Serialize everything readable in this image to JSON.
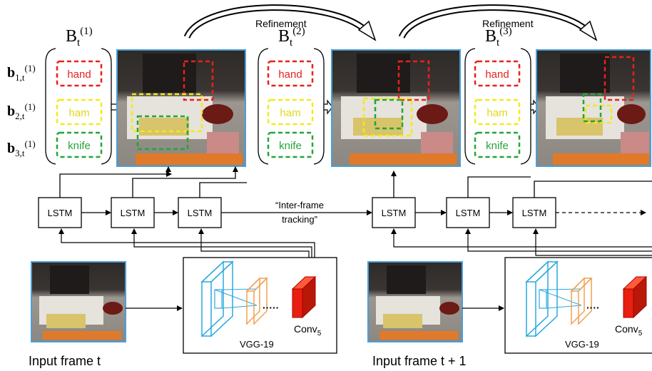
{
  "refinement_labels": [
    "Refinement",
    "Refinement"
  ],
  "box_sets": [
    {
      "symbol": "B",
      "sub": "t",
      "sup": "(1)"
    },
    {
      "symbol": "B",
      "sub": "t",
      "sup": "(2)"
    },
    {
      "symbol": "B",
      "sub": "t",
      "sup": "(3)"
    }
  ],
  "row_labels": [
    {
      "symbol": "b",
      "sub": "1,t",
      "sup": "(1)"
    },
    {
      "symbol": "b",
      "sub": "2,t",
      "sup": "(1)"
    },
    {
      "symbol": "b",
      "sub": "3,t",
      "sup": "(1)"
    }
  ],
  "objects": [
    {
      "label": "hand",
      "color": "#e8211b"
    },
    {
      "label": "ham",
      "color": "#f2ea1a"
    },
    {
      "label": "knife",
      "color": "#23a636"
    }
  ],
  "lstm_label": "LSTM",
  "tracking_label_line1": "“Inter-frame",
  "tracking_label_line2": "tracking”",
  "vgg_label": "VGG-19",
  "conv_label": "Conv",
  "conv_sub": "5",
  "input_labels": [
    "Input frame t",
    "Input frame t + 1"
  ],
  "colors": {
    "photo_border": "#4a9fd8",
    "vgg_blue": "#29a8e0",
    "vgg_orange": "#f0a050",
    "conv_red": "#e8200f"
  }
}
